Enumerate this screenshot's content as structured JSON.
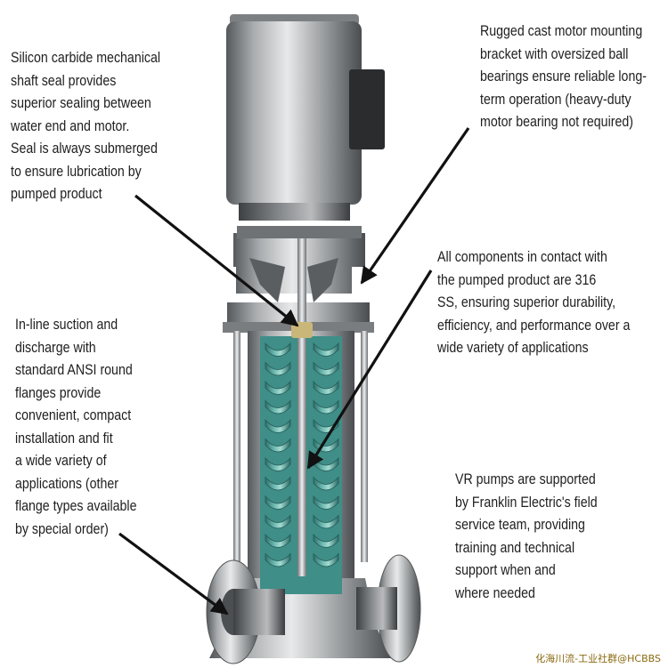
{
  "callouts": {
    "seal": [
      "Silicon carbide mechanical",
      "shaft seal provides",
      "superior sealing between",
      "water end and motor.",
      "Seal is always submerged",
      "to ensure lubrication by",
      "pumped product"
    ],
    "bracket": [
      "Rugged cast motor mounting",
      "bracket with oversized ball",
      "bearings ensure reliable long-",
      "term operation (heavy-duty",
      "motor bearing not required)"
    ],
    "ss": [
      "All components in contact with",
      "the pumped product are 316",
      "SS, ensuring superior durability,",
      "efficiency, and performance over a",
      "wide variety of applications"
    ],
    "flange": [
      "In-line suction and",
      "discharge with",
      "standard ANSI round",
      "flanges provide",
      "convenient, compact",
      "installation and fit",
      "a wide variety of",
      "applications (other",
      "flange types available",
      "by special order)"
    ],
    "service": [
      "VR pumps are supported",
      "by Franklin Electric's field",
      "service team, providing",
      "training and technical",
      "support when and",
      "where needed"
    ]
  },
  "watermark": "化海川流-工业社群@HCBBS",
  "colors": {
    "text": "#1e1e1e",
    "metal": "#9a9d9f",
    "hydraulic": "#4fa39c",
    "impeller": "#7fc8c0",
    "arrow": "#111111"
  }
}
